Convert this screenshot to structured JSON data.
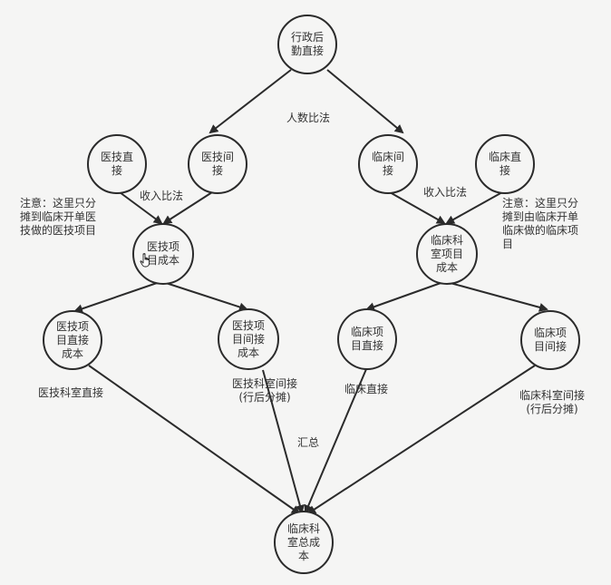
{
  "nodes": {
    "admin_direct": "行政后勤直接",
    "medtech_direct": "医技直接",
    "medtech_indirect": "医技间接",
    "clinical_indirect": "临床间接",
    "clinical_direct": "临床直接",
    "medtech_project_cost": "医技项目成本",
    "clinical_dept_project_cost": "临床科室项目成本",
    "medtech_project_direct_cost": "医技项目直接成本",
    "medtech_project_indirect_cost": "医技项目间接成本",
    "clinical_project_direct": "临床项目直接",
    "clinical_project_indirect": "临床项目间接",
    "clinical_dept_total_cost": "临床科室总成本"
  },
  "labels": {
    "headcount_ratio": "人数比法",
    "income_ratio_left": "收入比法",
    "income_ratio_right": "收入比法",
    "note_left": "注意：这里只分摊到临床开单医技做的医技项目",
    "note_right": "注意：这里只分摊到由临床开单临床做的临床项目",
    "medtech_dept_direct": "医技科室直接",
    "medtech_dept_indirect_line1": "医技科室间接",
    "medtech_dept_indirect_line2": "(行后分摊)",
    "clinical_direct_edge": "临床直接",
    "clinical_dept_indirect_line1": "临床科室间接",
    "clinical_dept_indirect_line2": "(行后分摊)",
    "summary": "汇总"
  },
  "colors": {
    "background": "#f5f5f4",
    "stroke": "#2b2b2b",
    "text": "#333333"
  },
  "icons": {
    "cursor": "hand-pointer-icon"
  }
}
